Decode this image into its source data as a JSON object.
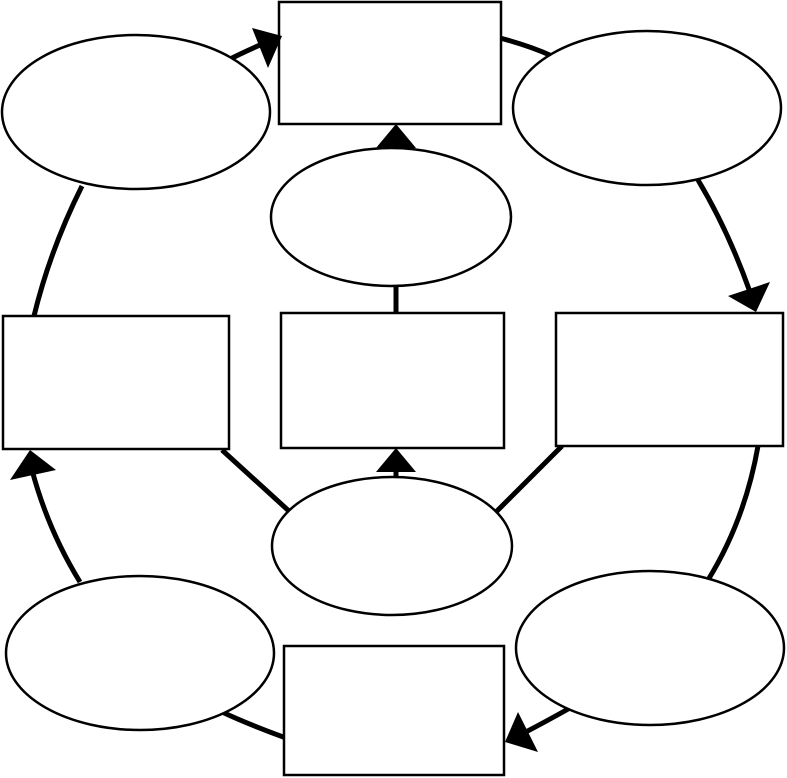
{
  "diagram": {
    "colors": {
      "stroke": "#000000",
      "fill": "#ffffff",
      "background": "#ffffff"
    },
    "nodes": [
      {
        "id": "top-box",
        "shape": "rect",
        "label": ""
      },
      {
        "id": "top-left-ellipse",
        "shape": "ellipse",
        "label": ""
      },
      {
        "id": "top-right-ellipse",
        "shape": "ellipse",
        "label": ""
      },
      {
        "id": "center-top-ellipse",
        "shape": "ellipse",
        "label": ""
      },
      {
        "id": "left-box",
        "shape": "rect",
        "label": ""
      },
      {
        "id": "center-box",
        "shape": "rect",
        "label": ""
      },
      {
        "id": "right-box",
        "shape": "rect",
        "label": ""
      },
      {
        "id": "center-bottom-ellipse",
        "shape": "ellipse",
        "label": ""
      },
      {
        "id": "bottom-left-ellipse",
        "shape": "ellipse",
        "label": ""
      },
      {
        "id": "bottom-right-ellipse",
        "shape": "ellipse",
        "label": ""
      },
      {
        "id": "bottom-box",
        "shape": "rect",
        "label": ""
      }
    ],
    "edges": [
      {
        "from": "top-left-ellipse",
        "to": "top-box",
        "arrow": true
      },
      {
        "from": "top-box",
        "to": "top-right-ellipse",
        "arrow": false
      },
      {
        "from": "top-right-ellipse",
        "to": "right-box",
        "arrow": true
      },
      {
        "from": "right-box",
        "to": "bottom-right-ellipse",
        "arrow": false
      },
      {
        "from": "bottom-right-ellipse",
        "to": "bottom-box",
        "arrow": true
      },
      {
        "from": "bottom-box",
        "to": "bottom-left-ellipse",
        "arrow": false
      },
      {
        "from": "bottom-left-ellipse",
        "to": "left-box",
        "arrow": true
      },
      {
        "from": "left-box",
        "to": "top-left-ellipse",
        "arrow": false
      },
      {
        "from": "left-box",
        "to": "center-bottom-ellipse",
        "arrow": false
      },
      {
        "from": "right-box",
        "to": "center-bottom-ellipse",
        "arrow": false
      },
      {
        "from": "center-bottom-ellipse",
        "to": "center-box",
        "arrow": true
      },
      {
        "from": "center-box",
        "to": "center-top-ellipse",
        "arrow": false
      },
      {
        "from": "center-top-ellipse",
        "to": "top-box",
        "arrow": true
      }
    ]
  }
}
